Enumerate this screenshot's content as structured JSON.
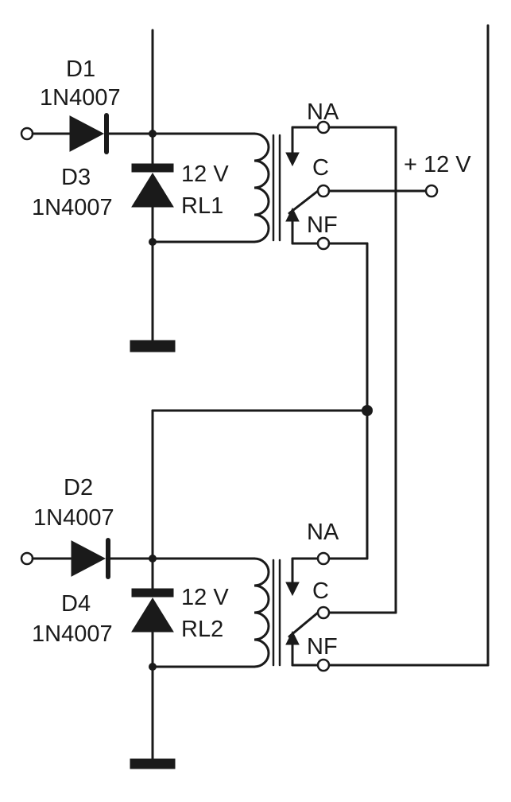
{
  "labels": {
    "d1_name": "D1",
    "d1_part": "1N4007",
    "d3_name": "D3",
    "d3_part": "1N4007",
    "d2_name": "D2",
    "d2_part": "1N4007",
    "d4_name": "D4",
    "d4_part": "1N4007",
    "rl1_voltage": "12 V",
    "rl1_name": "RL1",
    "rl2_voltage": "12 V",
    "rl2_name": "RL2",
    "rl1_na": "NA",
    "rl1_c": "C",
    "rl1_nf": "NF",
    "rl2_na": "NA",
    "rl2_c": "C",
    "rl2_nf": "NF",
    "supply": "+ 12 V"
  }
}
